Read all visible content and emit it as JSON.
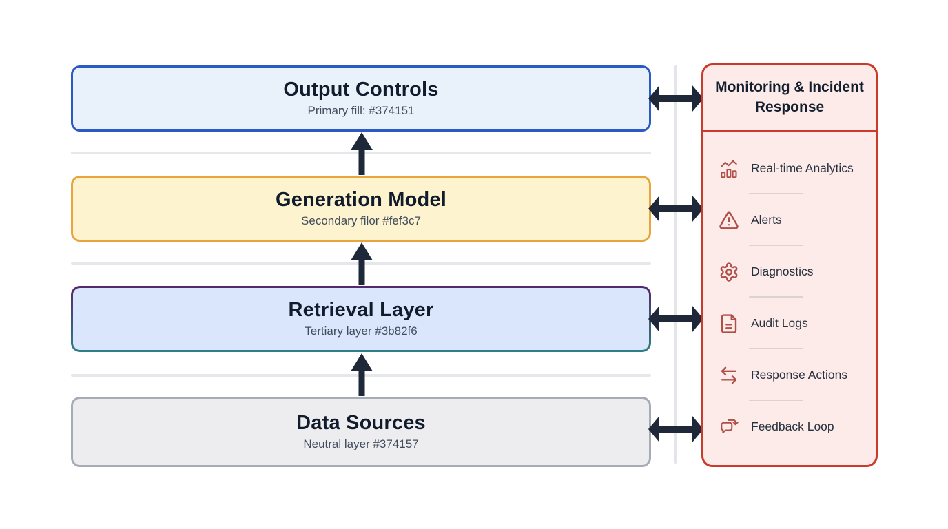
{
  "layers": [
    {
      "title": "Output Controls",
      "subtitle": "Primary fill: #374151",
      "fill": "#e9f1fb",
      "border": "#2b5ac4"
    },
    {
      "title": "Generation Model",
      "subtitle": "Secondary filor #fef3c7",
      "fill": "#fdf3cf",
      "border": "#eaa43e"
    },
    {
      "title": "Retrieval Layer",
      "subtitle": "Tertiary layer #3b82f6",
      "fill": "#d9e6fb",
      "border_top": "#54276b",
      "border_bottom": "#2e7f85"
    },
    {
      "title": "Data Sources",
      "subtitle": "Neutral layer #374157",
      "fill": "#ededf0",
      "border": "#a6acb6"
    }
  ],
  "panel": {
    "title": "Monitoring & Incident Response",
    "fill": "#fcebe8",
    "border": "#ca3b2b",
    "icon_color": "#ae4f48",
    "items": [
      {
        "icon": "analytics-icon",
        "label": "Real-time Analytics"
      },
      {
        "icon": "alert-triangle-icon",
        "label": "Alerts"
      },
      {
        "icon": "gear-icon",
        "label": "Diagnostics"
      },
      {
        "icon": "document-icon",
        "label": "Audit Logs"
      },
      {
        "icon": "swap-arrows-icon",
        "label": "Response Actions"
      },
      {
        "icon": "feedback-bubble-icon",
        "label": "Feedback Loop"
      }
    ]
  },
  "connectors": {
    "up_arrow_count": 3,
    "double_arrow_count": 4,
    "arrow_color": "#1e2838",
    "separator_color": "#e5e7eb"
  }
}
